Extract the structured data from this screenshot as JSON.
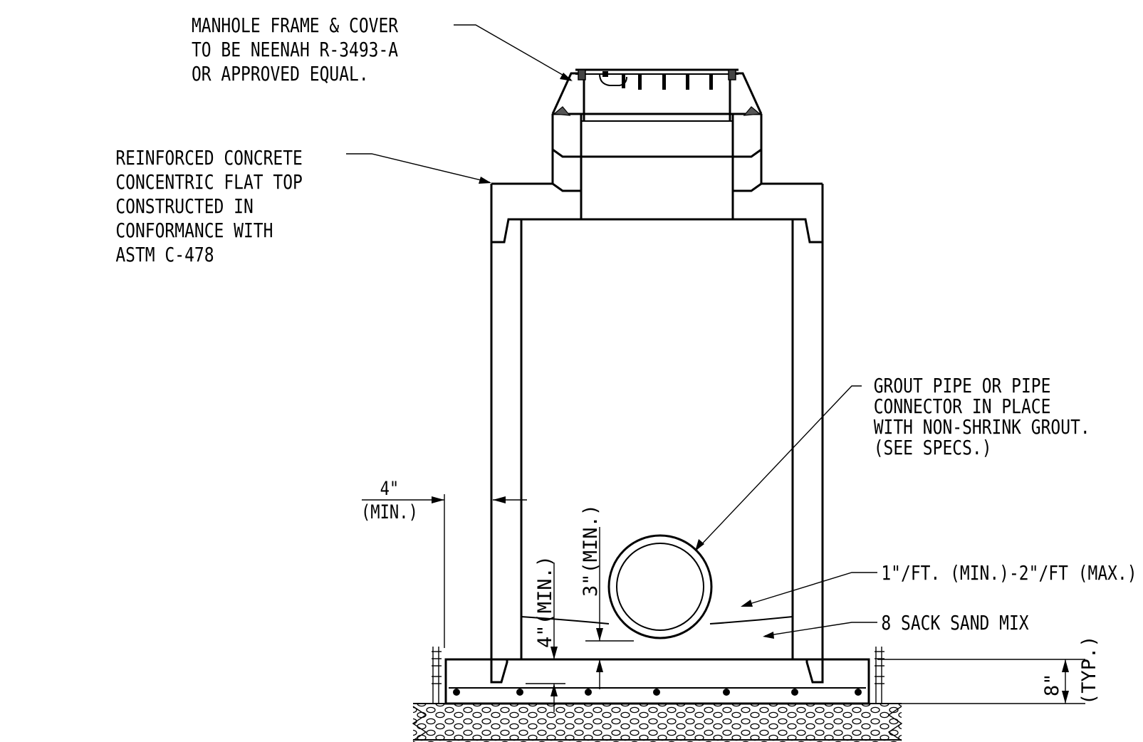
{
  "labels": {
    "frame_cover": [
      "MANHOLE FRAME & COVER",
      "TO BE NEENAH R-3493-A",
      "OR APPROVED EQUAL."
    ],
    "flat_top": [
      "REINFORCED CONCRETE",
      "CONCENTRIC FLAT TOP",
      "CONSTRUCTED IN",
      "CONFORMANCE WITH",
      "ASTM C-478"
    ],
    "grout": [
      "GROUT PIPE OR PIPE",
      "CONNECTOR IN PLACE",
      "WITH NON-SHRINK GROUT.",
      "(SEE SPECS.)"
    ],
    "slope": "1\"/FT. (MIN.)-2\"/FT (MAX.)",
    "sand_mix": "8 SACK SAND MIX"
  },
  "dimensions": {
    "wall_value": "4\"",
    "wall_note": "(MIN.)",
    "pipe_clear_value": "3\"",
    "pipe_clear_note": "(MIN.)",
    "invert_value": "4\"",
    "invert_note": "(MIN.)",
    "base_value": "8\"",
    "base_note": "(TYP.)"
  },
  "colors": {
    "ink": "#000000",
    "paper": "#ffffff"
  }
}
